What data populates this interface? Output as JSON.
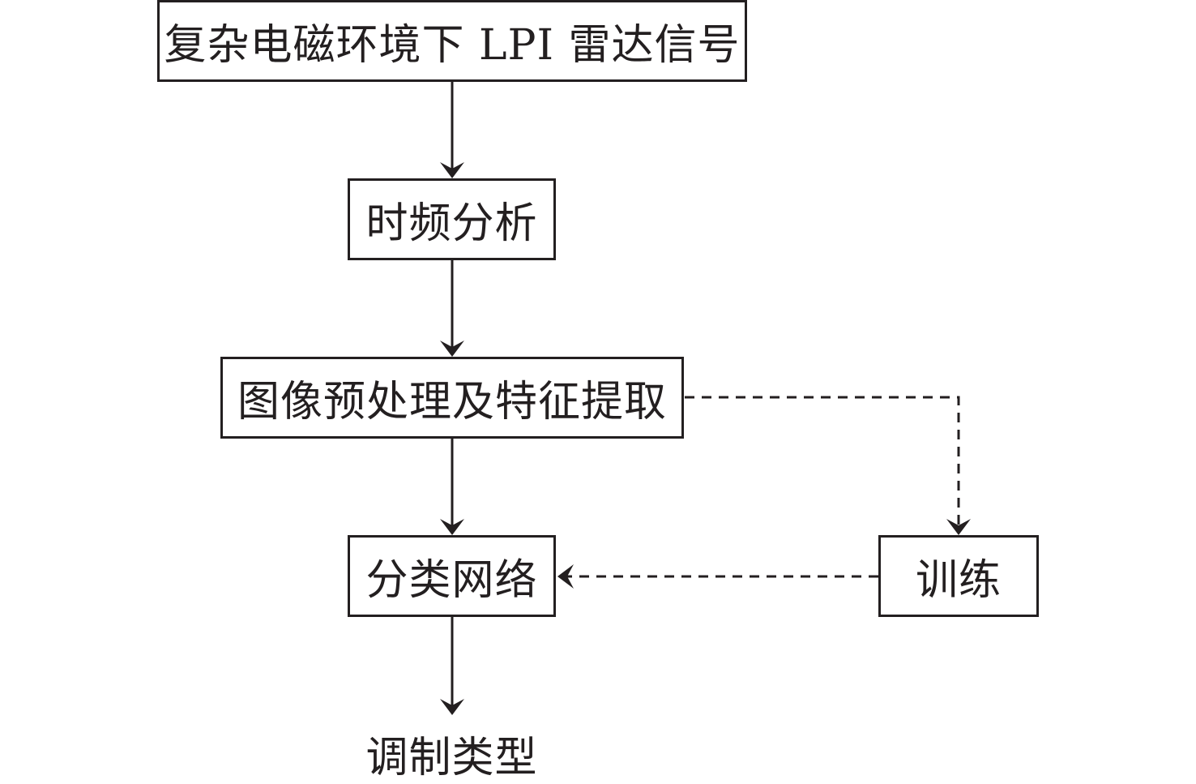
{
  "nodes": {
    "input_signal": "复杂电磁环境下 LPI 雷达信号",
    "time_freq": "时频分析",
    "preprocess": "图像预处理及特征提取",
    "classifier": "分类网络",
    "training": "训练",
    "output": "调制类型"
  },
  "colors": {
    "stroke": "#231f20",
    "background": "#ffffff"
  }
}
